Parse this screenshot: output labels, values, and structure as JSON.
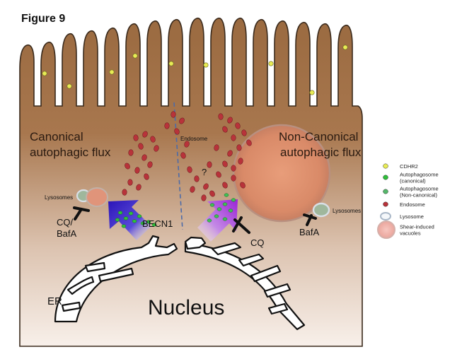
{
  "figure_title": "Figure 9",
  "labels": {
    "canonical_line1": "Canonical",
    "canonical_line2": "autophagic flux",
    "noncanonical_line1": "Non-Canonical",
    "noncanonical_line2": "autophagic flux",
    "endosome": "Endosome",
    "question": "?",
    "lysosomes_left": "Lysosomes",
    "lysosomes_right": "Lysosomes",
    "cq_bafa_line1": "CQ/",
    "cq_bafa_line2": "BafA",
    "becn1": "BECN1",
    "cq": "CQ",
    "bafa": "BafA",
    "er": "ER",
    "nucleus": "Nucleus"
  },
  "legend": [
    {
      "lines": [
        "CDHR2"
      ],
      "color": "#e8ec55",
      "type": "dot"
    },
    {
      "lines": [
        "Autophagosome",
        "(canonical)"
      ],
      "color": "#2fbf3a",
      "type": "dot"
    },
    {
      "lines": [
        "Autophagosome",
        "(Non-canonical)"
      ],
      "color": "#55b86a",
      "type": "dot"
    },
    {
      "lines": [
        "Endosome"
      ],
      "color": "#b8333a",
      "type": "dot"
    },
    {
      "lines": [
        "Lysosome"
      ],
      "color": "#dfe6ee",
      "type": "ring"
    },
    {
      "lines": [
        "Shear-induced",
        "vacuoles"
      ],
      "color": "#f3b2aa",
      "type": "vacuole"
    }
  ],
  "colors": {
    "cell_top": "#9a6a40",
    "cell_bottom": "#f6ece4",
    "arrow_canonical": "#2a1aa8",
    "arrow_noncanonical": "#8a25c9",
    "vacuole": "#e39a78",
    "endosome": "#b8333a",
    "cdhr2": "#e8ec55",
    "autophagosome": "#2fbf3a"
  }
}
